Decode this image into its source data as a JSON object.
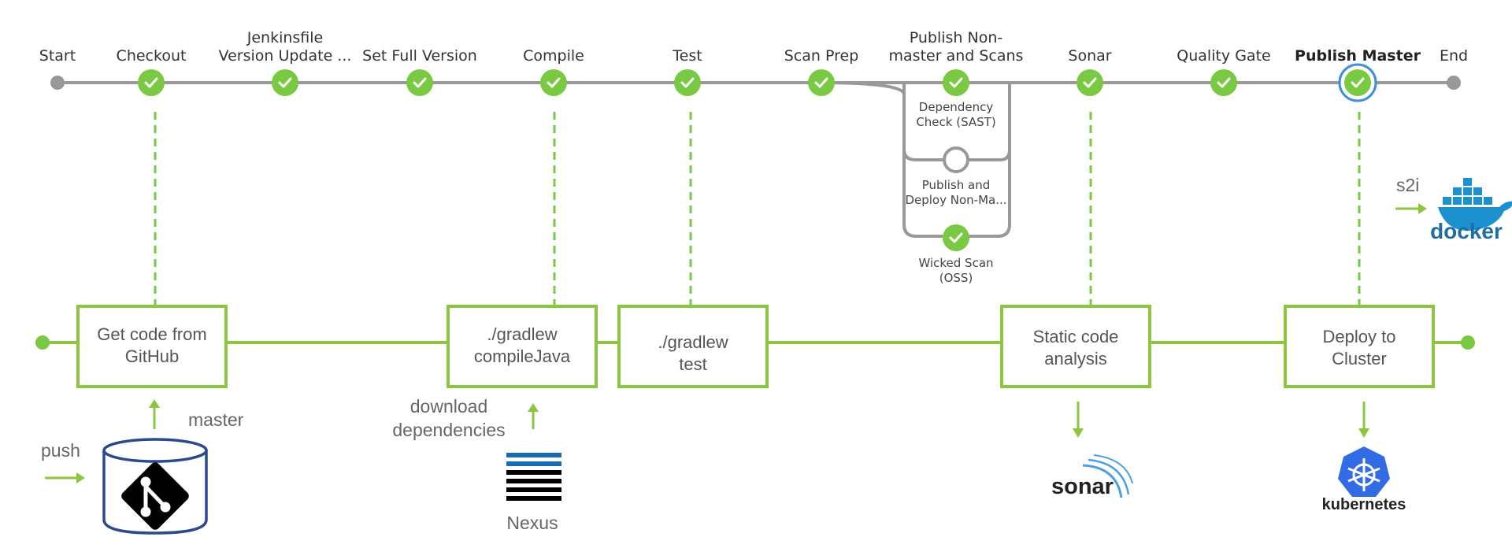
{
  "pipeline": {
    "start_label": "Start",
    "end_label": "End",
    "stages": [
      {
        "label1": "Checkout",
        "label2": "",
        "status": "success"
      },
      {
        "label1": "Jenkinsfile",
        "label2": "Version Update ...",
        "status": "success"
      },
      {
        "label1": "Set Full Version",
        "label2": "",
        "status": "success"
      },
      {
        "label1": "Compile",
        "label2": "",
        "status": "success"
      },
      {
        "label1": "Test",
        "label2": "",
        "status": "success"
      },
      {
        "label1": "Scan Prep",
        "label2": "",
        "status": "success"
      },
      {
        "label1": "Publish Non-",
        "label2": "master and Scans",
        "status": "success"
      },
      {
        "label1": "Sonar",
        "label2": "",
        "status": "success"
      },
      {
        "label1": "Quality Gate",
        "label2": "",
        "status": "success"
      },
      {
        "label1": "Publish Master",
        "label2": "",
        "status": "success",
        "selected": true
      }
    ],
    "parallel_branches": [
      {
        "label1": "Dependency",
        "label2": "Check (SAST)",
        "status": "success"
      },
      {
        "label1": "Publish and",
        "label2": "Deploy Non-Ma...",
        "status": "skipped"
      },
      {
        "label1": "Wicked Scan",
        "label2": "(OSS)",
        "status": "success"
      }
    ]
  },
  "flow": {
    "boxes": [
      {
        "line1": "Get code from",
        "line2": "GitHub"
      },
      {
        "line1": "./gradlew",
        "line2": "compileJava"
      },
      {
        "line1": "./gradlew",
        "line2": "test"
      },
      {
        "line1": "Static code",
        "line2": "analysis"
      },
      {
        "line1": "Deploy to",
        "line2": "Cluster"
      }
    ],
    "labels": {
      "push": "push",
      "master": "master",
      "download1": "download",
      "download2": "dependencies",
      "nexus": "Nexus",
      "s2i": "s2i"
    }
  },
  "logos": {
    "sonar": "sonar",
    "docker": "docker",
    "kubernetes": "kubernetes"
  },
  "colors": {
    "green": "#7ac943",
    "track": "#999999",
    "node_gray": "#999999",
    "box_border": "#8cc63f",
    "git_blue": "#2b4a8b",
    "docker_blue": "#1d91d0",
    "kube_blue": "#326ce5",
    "selected_ring": "#3b8ee0"
  }
}
